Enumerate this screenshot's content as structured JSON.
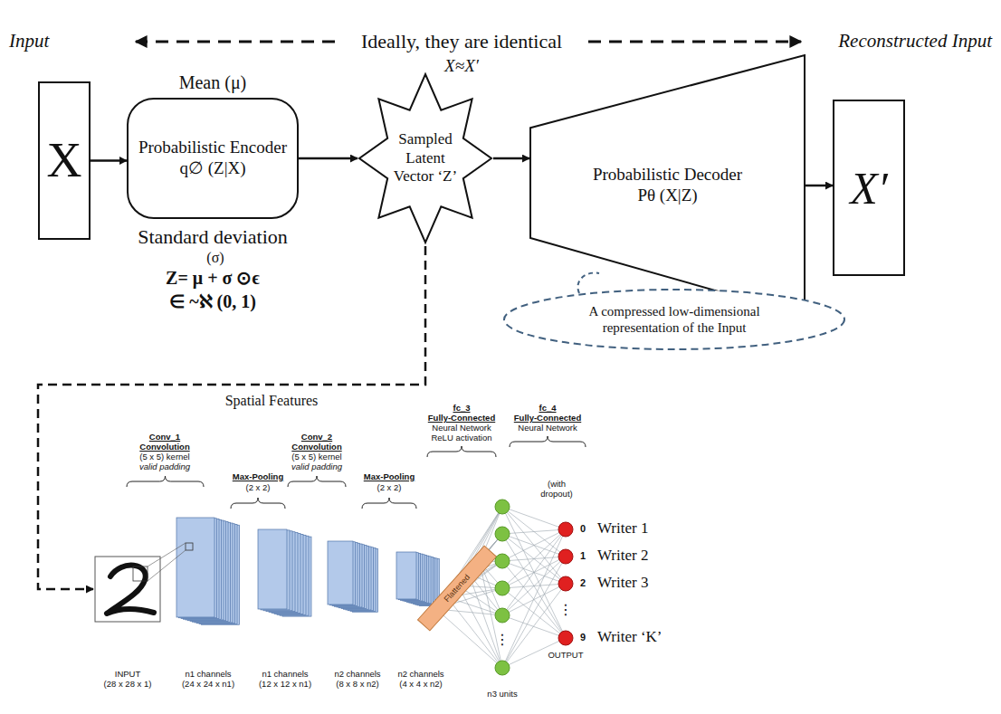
{
  "diagram": {
    "nodes": [
      {
        "text": [
          "X"
        ]
      },
      {
        "text": [
          "Probabilistic Encoder",
          "q∅ (Z|X)"
        ]
      },
      {
        "text": [
          "Sampled Latent Vector ‘Z’"
        ]
      },
      {
        "text": [
          "Probabilistic Decoder",
          "Pθ (X|Z)"
        ]
      },
      {
        "text": [
          "X′"
        ]
      },
      {
        "text": [
          "A compressed low-dimensional representation of the Input"
        ]
      }
    ],
    "edges": [
      {
        "from": 0,
        "to": 1,
        "arrow": "to"
      },
      {
        "from": 1,
        "to": 2,
        "arrow": "to"
      },
      {
        "from": 2,
        "to": 3,
        "arrow": "to"
      },
      {
        "from": 3,
        "to": 4,
        "arrow": "to"
      }
    ],
    "labels": [
      "Input",
      "Ideally, they are identical",
      "X≈X′",
      "Reconstructed Input",
      "Mean (μ)",
      "Standard deviation",
      "(σ)",
      "Z= μ + σ ⊙ϵ",
      "∈ ~ℵ (0, 1)",
      "Spatial Features",
      "Conv_1",
      "Convolution",
      "(5 x 5) kernel",
      "valid padding",
      "Max-Pooling",
      "(2 x 2)",
      "Conv_2",
      "Convolution",
      "(5 x 5) kernel",
      "valid padding",
      "Max-Pooling",
      "(2 x 2)",
      "fc_3",
      "Fully-Connected",
      "Neural Network",
      "ReLU activation",
      "fc_4",
      "Fully-Connected",
      "Neural Network",
      "(with dropout)",
      "INPUT",
      "(28 x 28 x 1)",
      "n1 channels",
      "(24 x 24 x n1)",
      "n1 channels",
      "(12 x 12 x n1)",
      "n2 channels",
      "(8 x 8 x n2)",
      "n2 channels",
      "(4 x 4 x n2)",
      "Flattened",
      "⋮",
      "n3 units",
      "0",
      "Writer 1",
      "1",
      "Writer 2",
      "2",
      "Writer 3",
      "⋮",
      "9",
      "Writer ‘K’",
      "OUTPUT"
    ]
  }
}
